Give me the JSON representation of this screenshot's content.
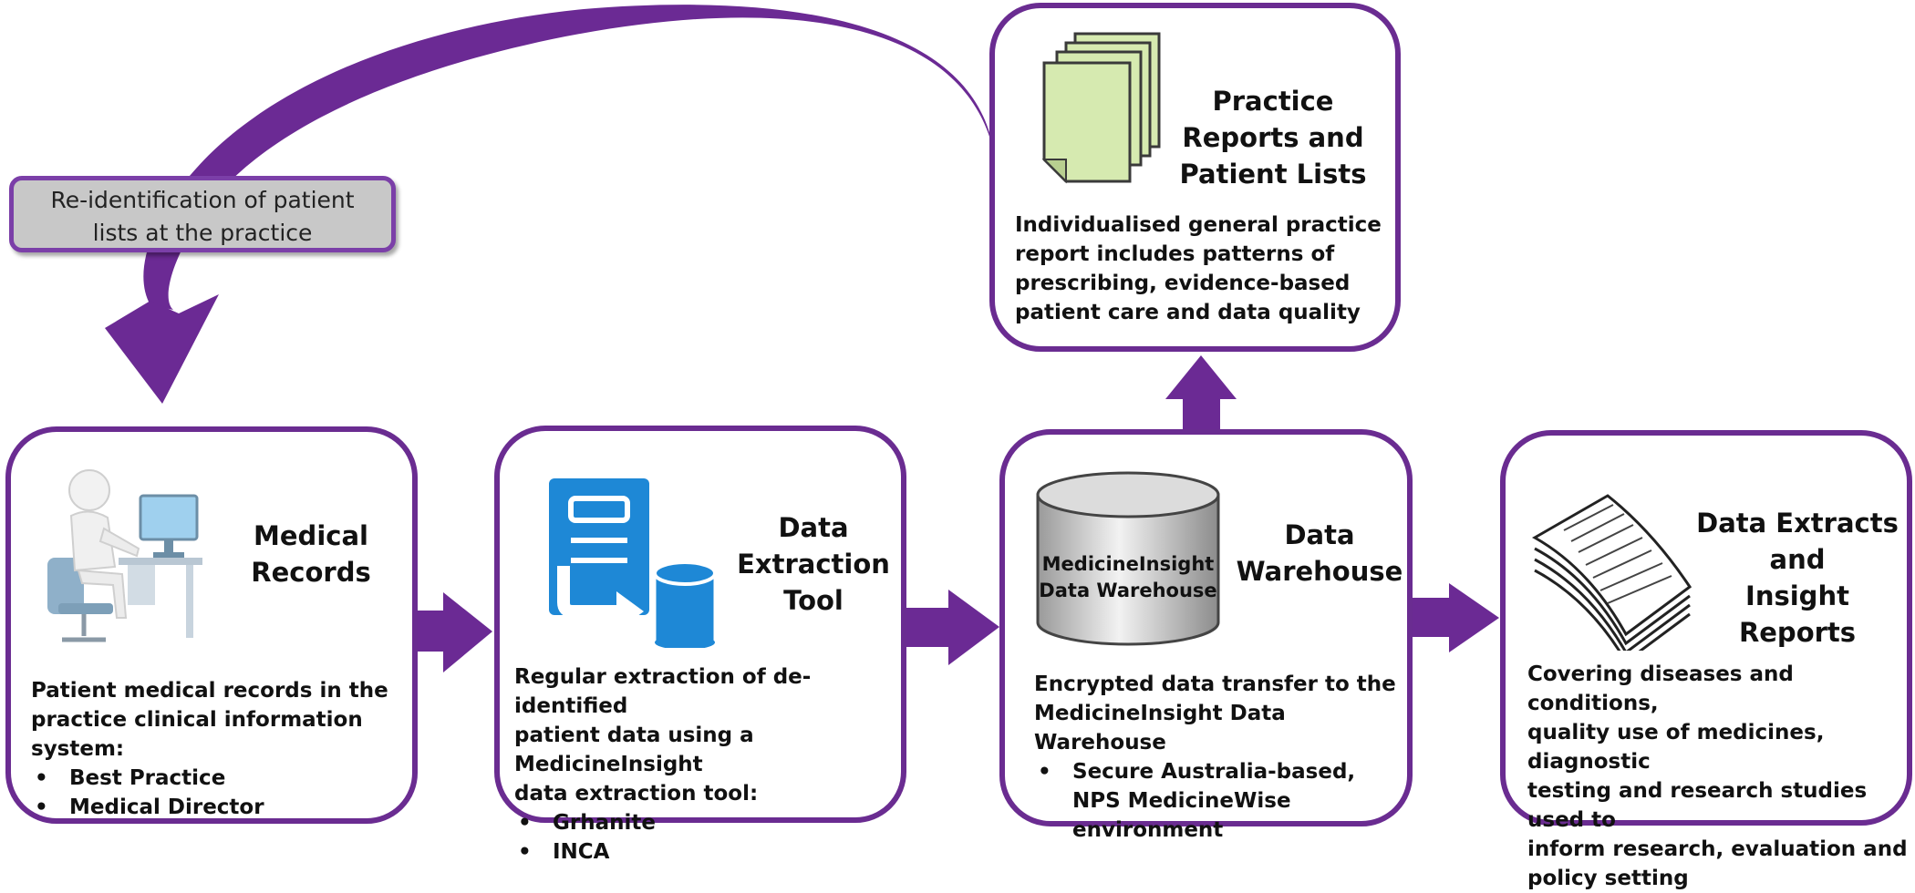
{
  "colors": {
    "purple": "#6a2c91",
    "arrow": "#6b2a94",
    "callout_bg": "#c8c8c8"
  },
  "callout": {
    "text_line1": "Re-identification of patient",
    "text_line2": "lists at the practice"
  },
  "medical_records": {
    "title_line1": "Medical",
    "title_line2": "Records",
    "desc_line1": "Patient medical records in the",
    "desc_line2": "practice clinical information system:",
    "bullets": [
      "Best Practice",
      "Medical Director"
    ],
    "icon": "person-at-computer-icon"
  },
  "extraction": {
    "title_line1": "Data",
    "title_line2": "Extraction",
    "title_line3": "Tool",
    "desc_line1": "Regular extraction of de-identified",
    "desc_line2": "patient data using a MedicineInsight",
    "desc_line3": "data extraction tool:",
    "bullets": [
      "Grhanite",
      "INCA"
    ],
    "icon": "server-database-transfer-icon"
  },
  "warehouse": {
    "title_line1": "Data",
    "title_line2": "Warehouse",
    "cylinder_line1": "MedicineInsight",
    "cylinder_line2": "Data Warehouse",
    "desc_line1": "Encrypted data transfer to the",
    "desc_line2": "MedicineInsight Data Warehouse",
    "bullet_line1": "Secure Australia-based,",
    "bullet_line2": "NPS MedicineWise",
    "bullet_line3": "environment",
    "icon": "database-cylinder-icon"
  },
  "reports": {
    "title_line1": "Practice",
    "title_line2": "Reports and",
    "title_line3": "Patient Lists",
    "desc_line1": "Individualised general practice",
    "desc_line2": "report includes patterns of",
    "desc_line3": "prescribing, evidence-based",
    "desc_line4": "patient care and data quality",
    "icon": "stacked-documents-icon"
  },
  "extracts": {
    "title_line1": "Data Extracts",
    "title_line2": "and",
    "title_line3": "Insight Reports",
    "desc_line1": "Covering diseases and conditions,",
    "desc_line2": "quality use of medicines, diagnostic",
    "desc_line3": "testing and research studies used to",
    "desc_line4": "inform research, evaluation and",
    "desc_line5": "policy setting",
    "icon": "paper-stack-icon"
  }
}
